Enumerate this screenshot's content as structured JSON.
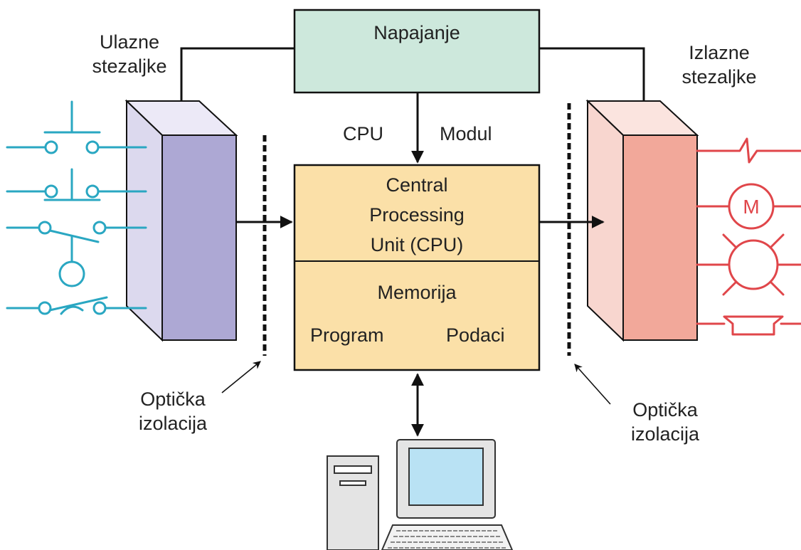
{
  "labels": {
    "input_terminals_line1": "Ulazne",
    "input_terminals_line2": "stezaljke",
    "output_terminals_line1": "Izlazne",
    "output_terminals_line2": "stezaljke",
    "power_supply": "Napajanje",
    "cpu_label": "CPU",
    "module_label": "Modul",
    "cpu_line1": "Central",
    "cpu_line2": "Processing",
    "cpu_line3": "Unit (CPU)",
    "memory": "Memorija",
    "program": "Program",
    "data": "Podaci",
    "optical_isolation_left_line1": "Optička",
    "optical_isolation_left_line2": "izolacija",
    "optical_isolation_right_line1": "Optička",
    "optical_isolation_right_line2": "izolacija",
    "motor_symbol": "M"
  },
  "colors": {
    "power_supply_fill": "#cde8dc",
    "cpu_fill": "#fbe0a8",
    "input_module_front": "#ada8d4",
    "input_module_side": "#dcd9ee",
    "output_module_front": "#f2a89a",
    "output_module_side": "#f8d6cf",
    "input_devices": "#2aa7c2",
    "output_devices": "#e0464a",
    "monitor_screen": "#b9e2f4",
    "computer_body": "#e4e4e4"
  },
  "icons": {
    "input_devices": [
      "pushbutton-no-icon",
      "pushbutton-nc-icon",
      "limit-switch-icon",
      "float-switch-icon",
      "temperature-switch-icon"
    ],
    "output_devices": [
      "heater-icon",
      "motor-icon",
      "lamp-icon",
      "horn-icon"
    ],
    "computer": "personal-computer-icon"
  }
}
